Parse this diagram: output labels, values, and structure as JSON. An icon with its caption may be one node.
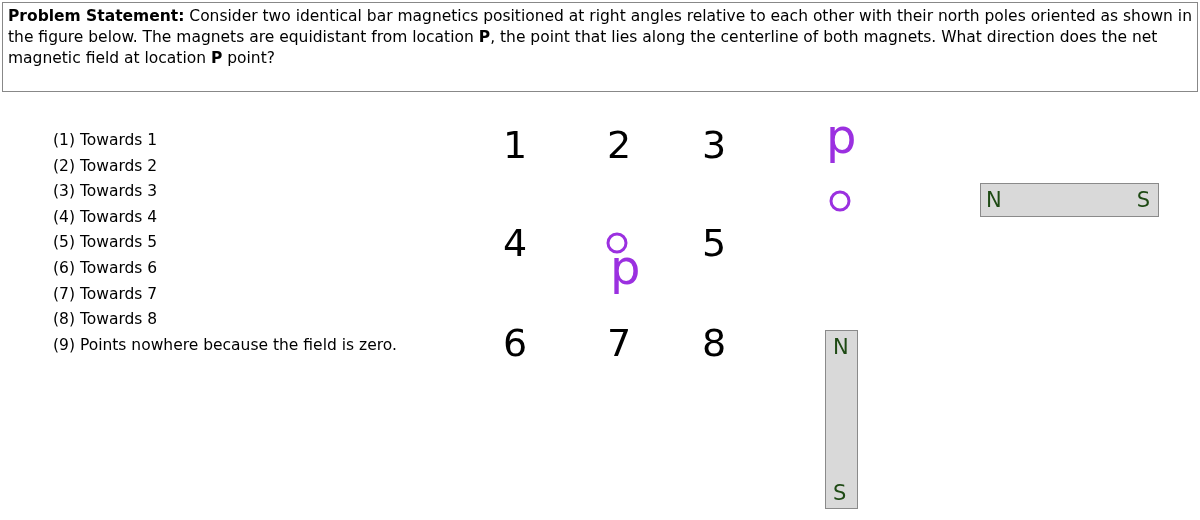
{
  "diagram": {
    "nodes": [
      {
        "text": [
          "**Problem Statement:** Consider two identical bar magnetics positioned at right angles relative to each other with their north poles oriented as shown in the figure below. The magnets are equidistant from location **P**, the point that lies along the centerline of both magnets. What direction does the net magnetic field at location **P** point?"
        ]
      },
      {
        "text": [
          "N",
          "S"
        ]
      },
      {
        "text": [
          "N",
          "S"
        ]
      }
    ],
    "edges": [],
    "labels": [
      "(1) Towards 1",
      "(2) Towards 2",
      "(3) Towards 3",
      "(4) Towards 4",
      "(5) Towards 5",
      "(6) Towards 6",
      "(7) Towards 7",
      "(8) Towards 8",
      "(9) Points nowhere because the field is zero.",
      "1",
      "2",
      "3",
      "4",
      "5",
      "6",
      "7",
      "8",
      "p",
      "p"
    ]
  }
}
